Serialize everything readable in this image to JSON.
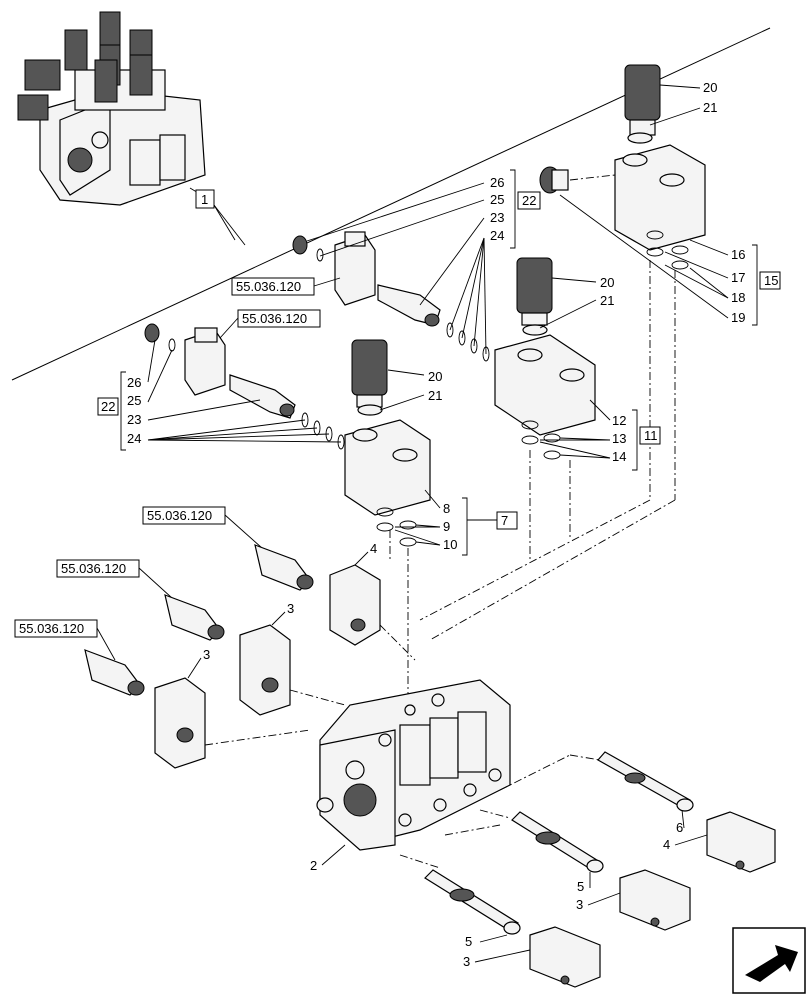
{
  "callouts": {
    "c1": "1",
    "c2": "2",
    "c3a": "3",
    "c3b": "3",
    "c3c": "3",
    "c3d": "3",
    "c4a": "4",
    "c4b": "4",
    "c5a": "5",
    "c5b": "5",
    "c6": "6",
    "c7": "7",
    "c8": "8",
    "c9": "9",
    "c10": "10",
    "c11": "11",
    "c12": "12",
    "c13": "13",
    "c14": "14",
    "c15": "15",
    "c16": "16",
    "c17": "17",
    "c18": "18",
    "c19": "19",
    "c20a": "20",
    "c20b": "20",
    "c20c": "20",
    "c21a": "21",
    "c21b": "21",
    "c21c": "21",
    "c22a": "22",
    "c22b": "22",
    "c23a": "23",
    "c23b": "23",
    "c24a": "24",
    "c24b": "24",
    "c25a": "25",
    "c25b": "25",
    "c26a": "26",
    "c26b": "26"
  },
  "references": {
    "r1": "55.036.120",
    "r2": "55.036.120",
    "r3": "55.036.120",
    "r4": "55.036.120",
    "r5": "55.036.120"
  },
  "icons": {
    "nav": "next-page-arrow-icon"
  }
}
